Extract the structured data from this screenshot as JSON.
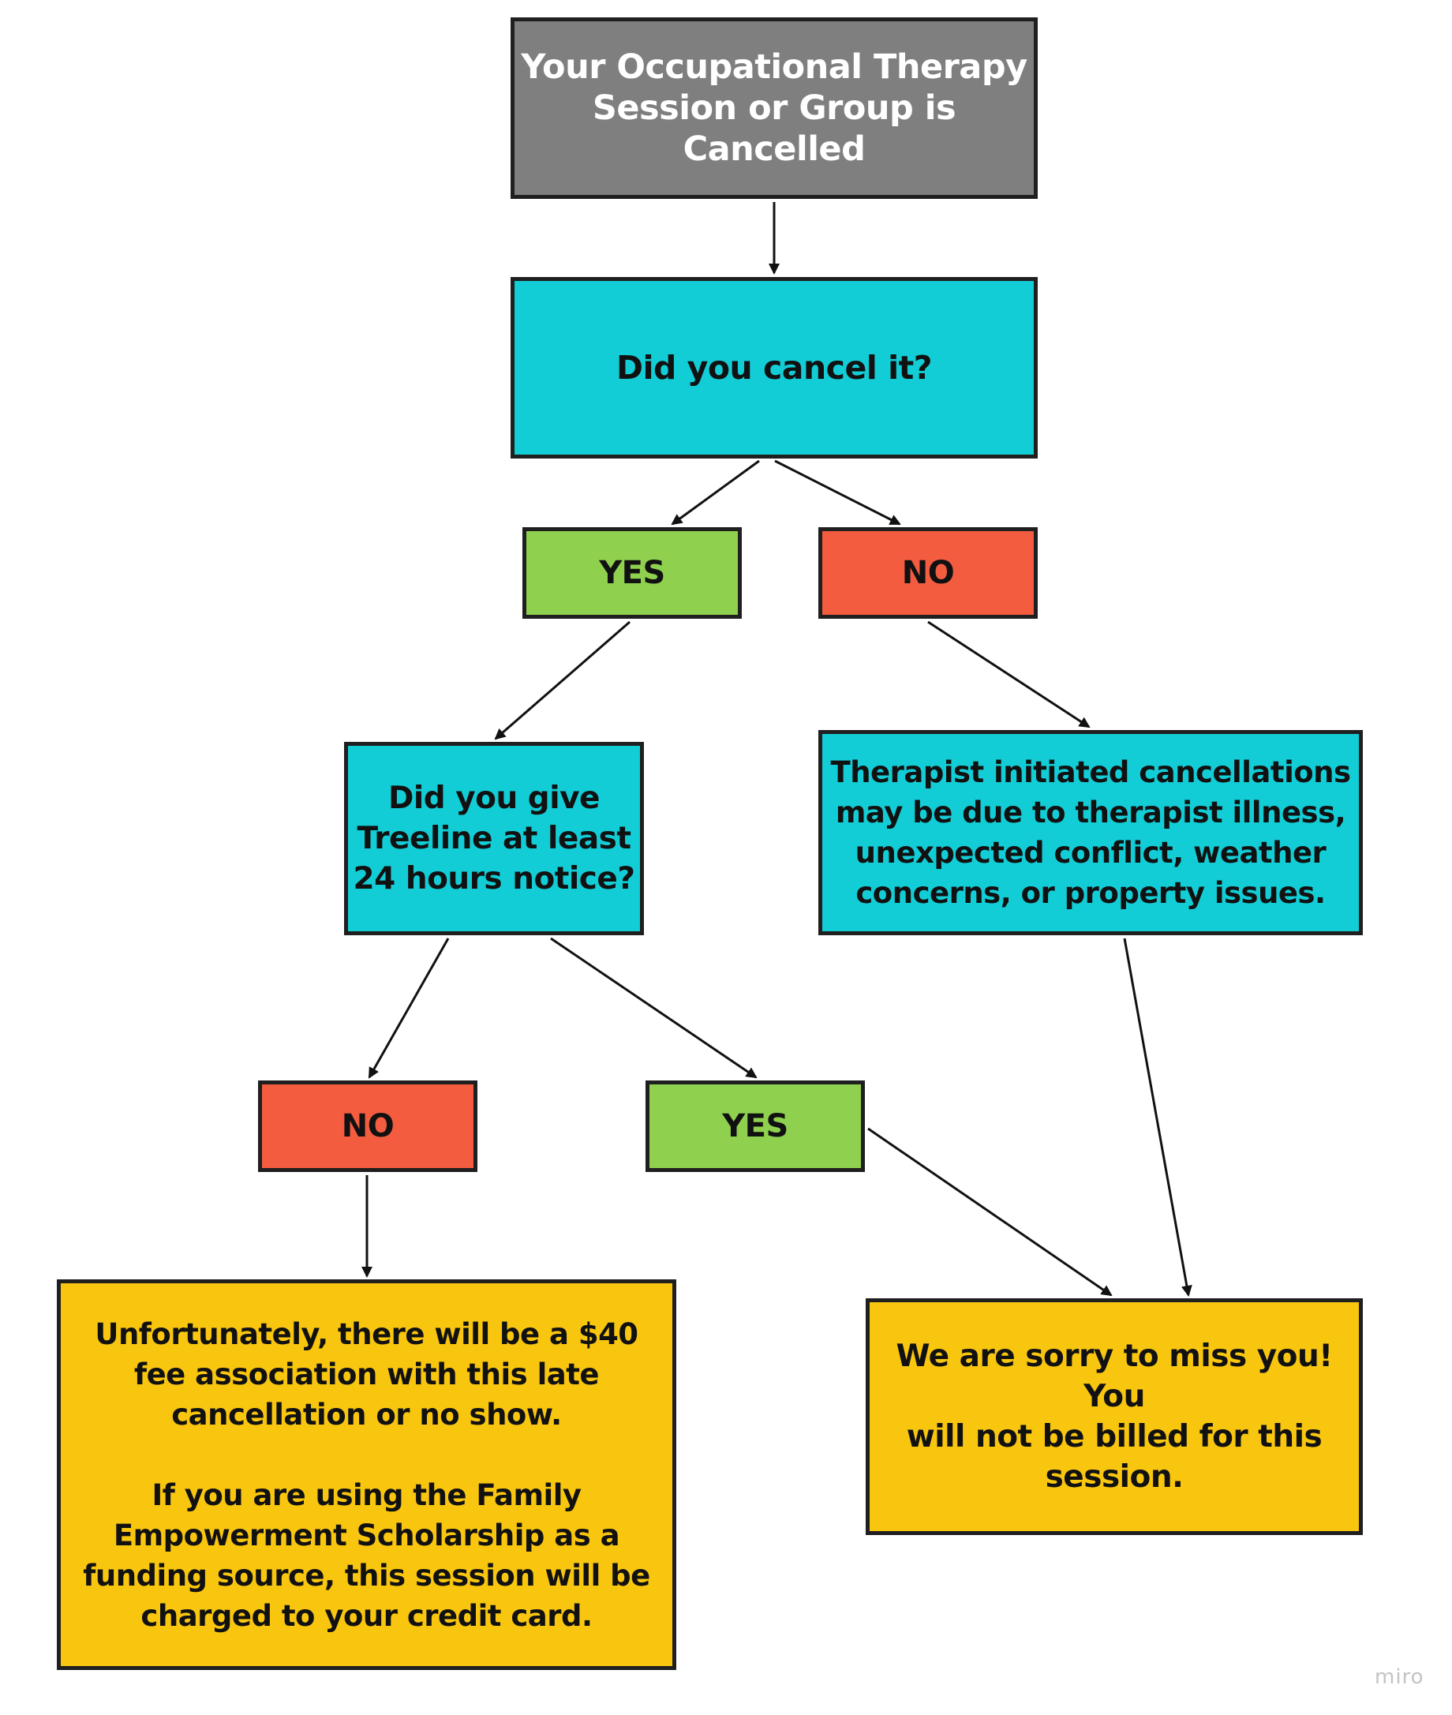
{
  "diagram": {
    "nodes": [
      {
        "id": "start",
        "text": "Your Occupational Therapy\nSession or Group is Cancelled",
        "fill": "#7f7f7f",
        "text_color": "#ffffff"
      },
      {
        "id": "q_cancel",
        "text": "Did you cancel it?",
        "fill": "#13cdd6",
        "text_color": "#111111"
      },
      {
        "id": "yes_1",
        "text": "YES",
        "fill": "#8fd14f",
        "text_color": "#111111"
      },
      {
        "id": "no_1",
        "text": "NO",
        "fill": "#f45c3f",
        "text_color": "#111111"
      },
      {
        "id": "q_notice",
        "text": "Did you give\nTreeline at least\n24 hours notice?",
        "fill": "#13cdd6",
        "text_color": "#111111"
      },
      {
        "id": "therapist",
        "text": "Therapist initiated cancellations\nmay be due to therapist illness,\nunexpected conflict, weather\nconcerns, or property issues.",
        "fill": "#13cdd6",
        "text_color": "#111111"
      },
      {
        "id": "no_2",
        "text": "NO",
        "fill": "#f45c3f",
        "text_color": "#111111"
      },
      {
        "id": "yes_2",
        "text": "YES",
        "fill": "#8fd14f",
        "text_color": "#111111"
      },
      {
        "id": "fee",
        "text": "Unfortunately, there will be a $40\nfee association with this late\ncancellation or no show.\n\nIf you are using the Family\nEmpowerment Scholarship as a\nfunding source, this session will be\ncharged to your credit card.",
        "fill": "#f9c60f",
        "text_color": "#111111"
      },
      {
        "id": "sorry",
        "text": "We are sorry to miss you! You\nwill not be billed for this\nsession.",
        "fill": "#f9c60f",
        "text_color": "#111111"
      }
    ],
    "edges": [
      {
        "from": "start",
        "to": "q_cancel"
      },
      {
        "from": "q_cancel",
        "to": "yes_1"
      },
      {
        "from": "q_cancel",
        "to": "no_1"
      },
      {
        "from": "yes_1",
        "to": "q_notice"
      },
      {
        "from": "no_1",
        "to": "therapist"
      },
      {
        "from": "q_notice",
        "to": "no_2"
      },
      {
        "from": "q_notice",
        "to": "yes_2"
      },
      {
        "from": "no_2",
        "to": "fee"
      },
      {
        "from": "yes_2",
        "to": "sorry"
      },
      {
        "from": "therapist",
        "to": "sorry"
      }
    ]
  },
  "watermark": "miro",
  "colors": {
    "border": "#1f1f1f",
    "arrow": "#111111",
    "background": "#ffffff"
  }
}
